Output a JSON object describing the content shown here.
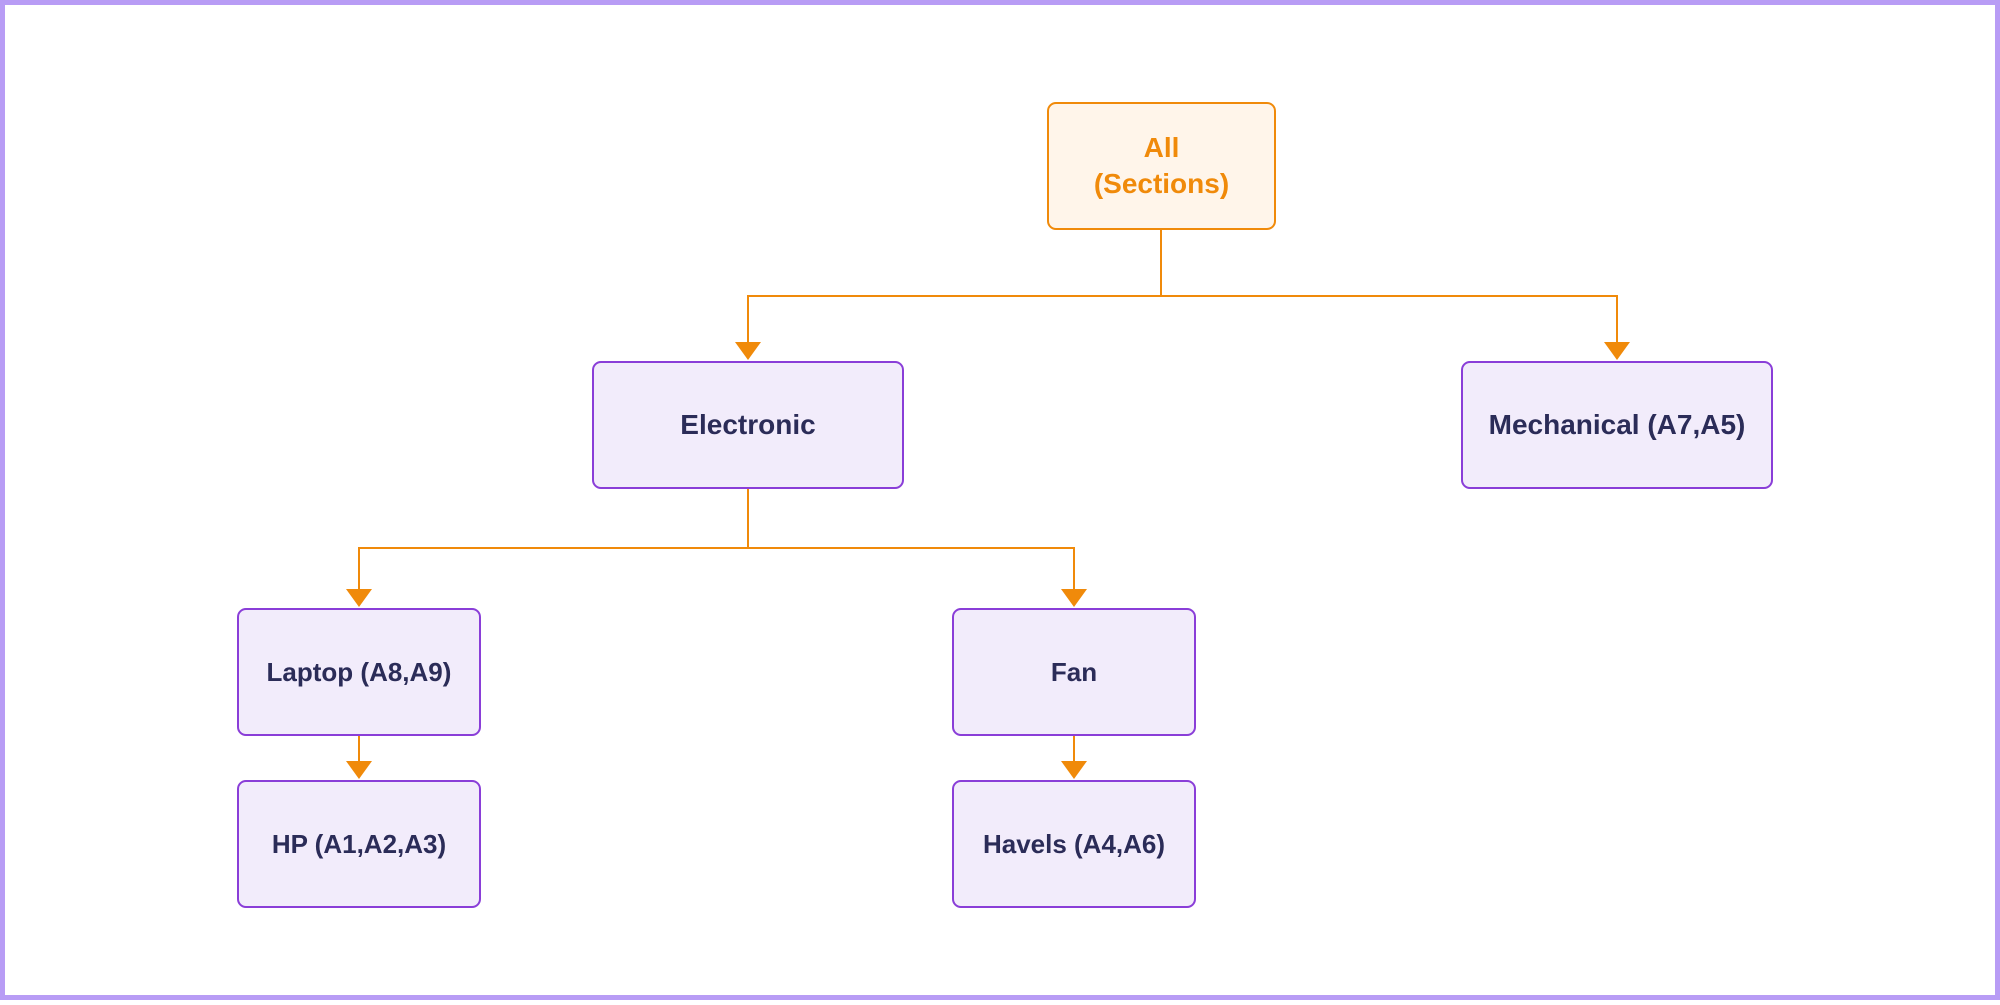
{
  "diagram": {
    "colors": {
      "border": "#b89cf5",
      "connector": "#f08a0a",
      "root_fill": "#fff5ea",
      "root_text": "#f08a0a",
      "node_fill": "#f2ecfb",
      "node_border": "#8a3ed8",
      "node_text": "#2b2c58"
    },
    "nodes": {
      "all": {
        "line1": "All",
        "line2": "(Sections)"
      },
      "electronic": {
        "label": "Electronic"
      },
      "mechanical": {
        "label": "Mechanical (A7,A5)"
      },
      "laptop": {
        "label": "Laptop (A8,A9)"
      },
      "fan": {
        "label": "Fan"
      },
      "hp": {
        "label": "HP (A1,A2,A3)"
      },
      "havels": {
        "label": "Havels (A4,A6)"
      }
    },
    "edges": [
      {
        "from": "all",
        "to": "electronic"
      },
      {
        "from": "all",
        "to": "mechanical"
      },
      {
        "from": "electronic",
        "to": "laptop"
      },
      {
        "from": "electronic",
        "to": "fan"
      },
      {
        "from": "laptop",
        "to": "hp"
      },
      {
        "from": "fan",
        "to": "havels"
      }
    ]
  }
}
